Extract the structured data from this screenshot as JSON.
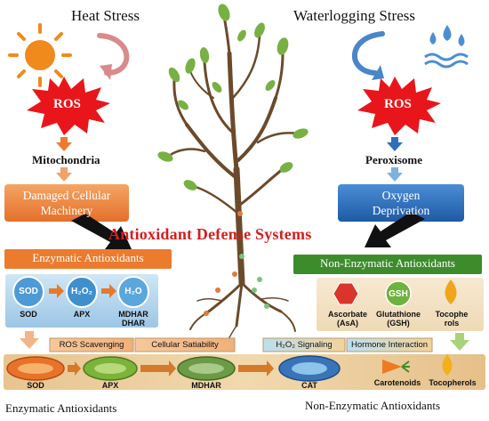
{
  "left": {
    "stress": "Heat Stress",
    "ros": "ROS",
    "organelle": "Mitochondria",
    "effect_line1": "Damaged Cellular",
    "effect_line2": "Machinery"
  },
  "right": {
    "stress": "Waterlogging Stress",
    "ros": "ROS",
    "organelle": "Peroxisome",
    "effect_line1": "Oxygen",
    "effect_line2": "Deprivation"
  },
  "center_title": "Antioxidant Defense Systems",
  "enzymatic_banner": "Enzymatic Antioxidants",
  "non_enzymatic_banner": "Non-Enzymatic Antioxidants",
  "enzymes_top": {
    "bubble1": "SOD",
    "bubble2": "H₂O₂",
    "bubble3": "H₂O",
    "label1": "SOD",
    "label2": "APX",
    "label3a": "MDHAR",
    "label3b": "DHAR"
  },
  "non_enzymes_top": {
    "icon2": "GSH",
    "label1a": "Ascorbate",
    "label1b": "(AsA)",
    "label2a": "Glutathione",
    "label2b": "(GSH)",
    "label3a": "Tocophe",
    "label3b": "rols"
  },
  "tags": [
    "ROS Scavenging",
    "Cellular Satiability",
    "H₂O₂ Signaling",
    "Hormone Interaction"
  ],
  "bottom_strip": [
    "SOD",
    "APX",
    "MDHAR",
    "CAT",
    "Carotenoids",
    "Tocopherols"
  ],
  "footer_left": "Enzymatic Antioxidants",
  "footer_right": "Non-Enzymatic Antioxidants",
  "colors": {
    "ros_red": "#e8161b",
    "orange": "#ec7b2e",
    "blue": "#2f6fba",
    "green": "#3d8c2c",
    "title_red": "#d21f1f",
    "branch": "#6b4a2b",
    "leaf": "#79b043"
  }
}
